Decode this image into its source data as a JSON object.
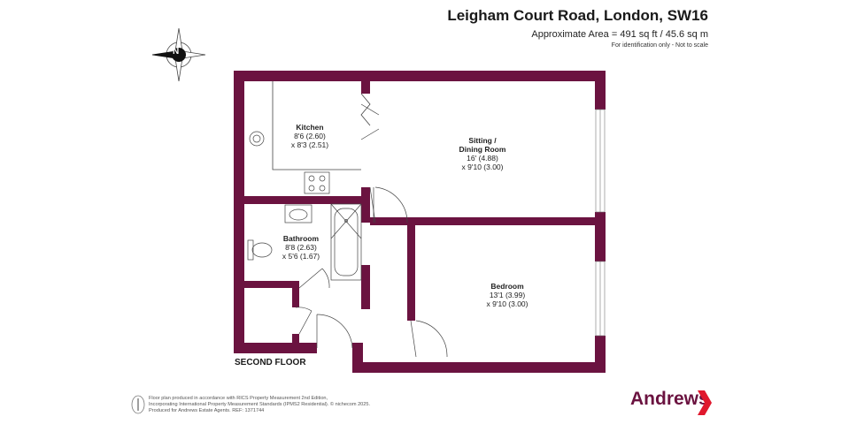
{
  "header": {
    "title": "Leigham Court Road, London, SW16",
    "area": "Approximate Area = 491 sq ft / 45.6 sq m",
    "identification_note": "For identification only - Not to scale"
  },
  "compass": {
    "letter": "N"
  },
  "rooms": {
    "kitchen": {
      "name": "Kitchen",
      "dim1": "8'6 (2.60)",
      "dim2": "x 8'3 (2.51)"
    },
    "sitting": {
      "name": "Sitting /",
      "name2": "Dining Room",
      "dim1": "16' (4.88)",
      "dim2": "x 9'10 (3.00)"
    },
    "bathroom": {
      "name": "Bathroom",
      "dim1": "8'8 (2.63)",
      "dim2": "x 5'6 (1.67)"
    },
    "bedroom": {
      "name": "Bedroom",
      "dim1": "13'1 (3.99)",
      "dim2": "x 9'10 (3.00)"
    }
  },
  "floor_label": "SECOND FLOOR",
  "footer": {
    "line1": "Floor plan produced in accordance with RICS Property Measurement 2nd Edition,",
    "line2": "Incorporating International Property Measurement Standards (IPMS2 Residential).  © nichecom 2025.",
    "line3": "Produced for Andrews Estate Agents.    REF:  1371744"
  },
  "brand": {
    "name": "Andrews",
    "color": "#6b1340"
  },
  "colors": {
    "wall": "#6b1340"
  }
}
